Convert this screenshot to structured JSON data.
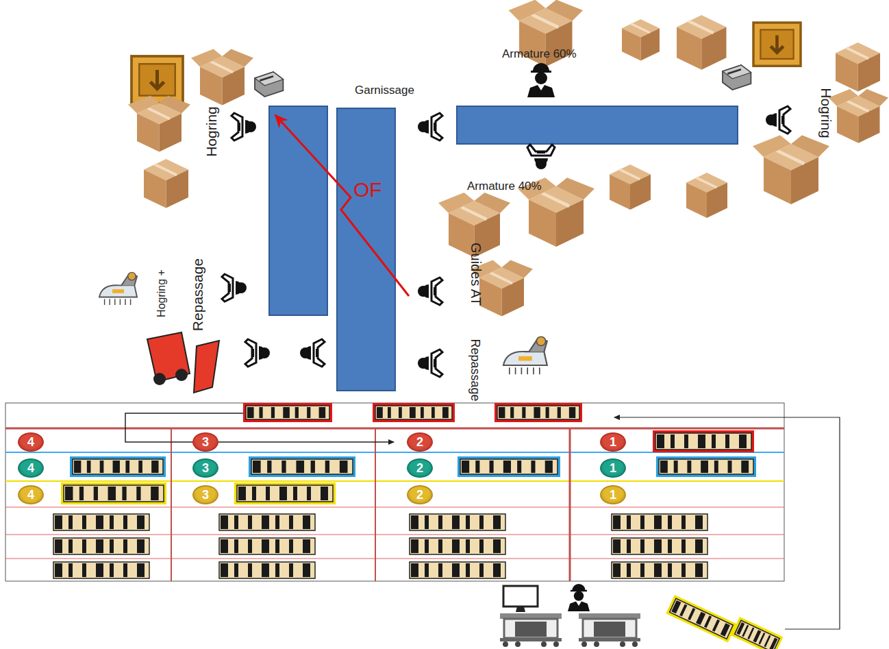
{
  "diagram": {
    "nodes": [
      {
        "text": [
          "4"
        ]
      },
      {
        "text": [
          "3"
        ]
      },
      {
        "text": [
          "2"
        ]
      },
      {
        "text": [
          "1"
        ]
      },
      {
        "text": [
          "4"
        ]
      },
      {
        "text": [
          "3"
        ]
      },
      {
        "text": [
          "2"
        ]
      },
      {
        "text": [
          "1"
        ]
      },
      {
        "text": [
          "4"
        ]
      },
      {
        "text": [
          "3"
        ]
      },
      {
        "text": [
          "2"
        ]
      },
      {
        "text": [
          "1"
        ]
      }
    ],
    "labels": [
      "Armature 60%",
      "Garnissage",
      "Hogring",
      "Hogring",
      "Armature 40%",
      "OF",
      "Guides AT",
      "Hogring +",
      "Repassage",
      "Repassage"
    ]
  }
}
